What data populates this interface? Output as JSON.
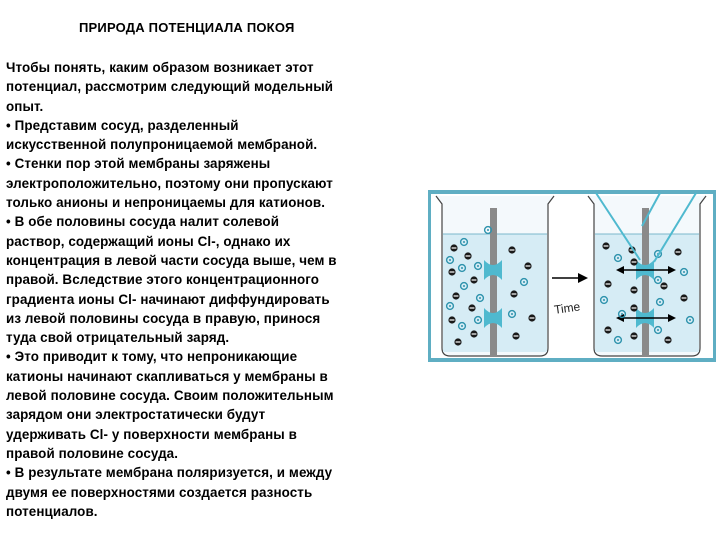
{
  "slide": {
    "title": "ПРИРОДА ПОТЕНЦИАЛА ПОКОЯ",
    "body": "Чтобы понять, каким образом возникает этот\nпотенциал, рассмотрим следующий модельный\nопыт.\n•  Представим сосуд, разделенный\nискусственной полупроницаемой мембраной.\n•  Стенки пор этой мембраны заряжены\nэлектроположительно, поэтому они пропускают\nтолько анионы и непроницаемы для катионов.\n•  В обе половины сосуда налит солевой\nраствор, содержащий ионы Cl-, однако их\nконцентрация в левой части сосуда выше, чем в\nправой. Вследствие этого концентрационного\nградиента ионы Cl- начинают диффундировать\nиз левой половины сосуда в правую, принося\nтуда свой отрицательный заряд.\n•  Это приводит к тому, что непроникающие\nкатионы начинают скапливаться у мембраны в\nлевой половине сосуда. Своим положительным\nзарядом они электростатически будут\nудерживать Cl- у поверхности мембраны в\nправой половине сосуда.\n•  В результате мембрана поляризуется, и между\nдвумя ее поверхностями создается разность\nпотенциалов."
  },
  "figure": {
    "arrow_label": "Time",
    "colors": {
      "frame": "#5faec3",
      "solution": "#d6ecf5",
      "glass": "#f4f9fc",
      "membrane": "#8a8a8a",
      "pore": "#4fb9cf",
      "cation": "#1a1a1a",
      "anion": "#2f93ad"
    },
    "icons": [
      "beaker-icon",
      "membrane-icon",
      "time-arrow-icon",
      "cation-icon",
      "anion-icon"
    ]
  }
}
